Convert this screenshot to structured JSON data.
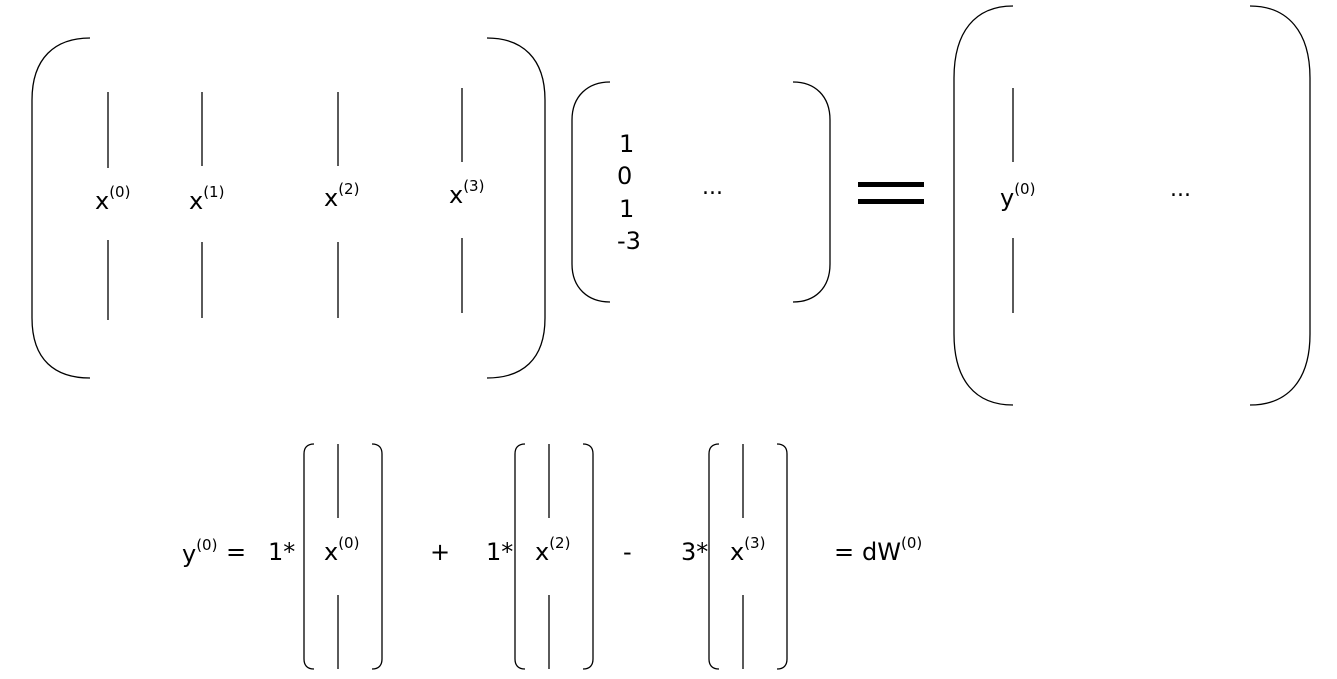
{
  "matrix_x": {
    "columns": [
      {
        "base": "x",
        "sup": "(0)"
      },
      {
        "base": "x",
        "sup": "(1)"
      },
      {
        "base": "x",
        "sup": "(2)"
      },
      {
        "base": "x",
        "sup": "(3)"
      }
    ]
  },
  "vector_w": {
    "entries": [
      "1",
      "0",
      "1",
      "-3"
    ],
    "ellipsis": "..."
  },
  "equals_symbol": "=",
  "matrix_y": {
    "column": {
      "base": "y",
      "sup": "(0)"
    },
    "ellipsis": "..."
  },
  "equation": {
    "lhs": {
      "base": "y",
      "sup": "(0)"
    },
    "eq1": "=",
    "terms": [
      {
        "coef": "1*",
        "base": "x",
        "sup": "(0)"
      },
      {
        "op": "+",
        "coef": "1*",
        "base": "x",
        "sup": "(2)"
      },
      {
        "op": "-",
        "coef": "3*",
        "base": "x",
        "sup": "(3)"
      }
    ],
    "eq2": "=",
    "rhs": {
      "base": "dW",
      "sup": "(0)"
    }
  }
}
